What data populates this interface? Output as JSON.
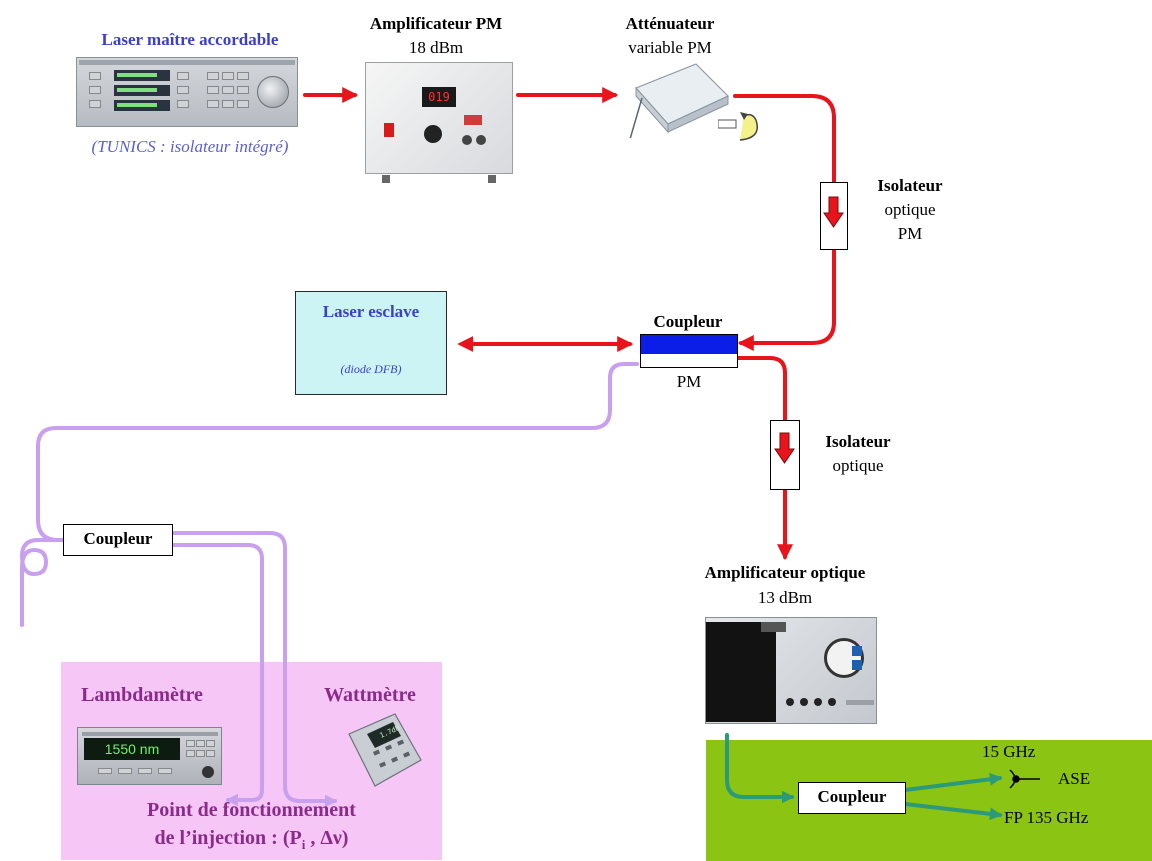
{
  "colors": {
    "red": "#e8141b",
    "violet": "#c8a0ee",
    "teal": "#2a9a7a",
    "green_panel": "#8cc413",
    "pink_panel": "#f6c7f6",
    "esclave_fill": "#ccf4f4",
    "coupler_blue": "#0a1ee8"
  },
  "master": {
    "title": "Laser maître accordable",
    "note": "(TUNICS : isolateur intégré)"
  },
  "pm_amp": {
    "title": "Amplificateur PM",
    "power": "18 dBm",
    "display": "019"
  },
  "attenuator": {
    "title": "Atténuateur",
    "subtitle": "variable PM"
  },
  "iso1": {
    "title": "Isolateur",
    "line2": "optique",
    "line3": "PM"
  },
  "slave": {
    "title": "Laser esclave",
    "sub": "(diode  DFB)"
  },
  "pm_coupler": {
    "title": "Coupleur",
    "label": "PM"
  },
  "iso2": {
    "title": "Isolateur",
    "line2": "optique"
  },
  "opt_amp": {
    "title": "Amplificateur optique",
    "power": "13 dBm"
  },
  "left_coupler": {
    "label": "Coupleur"
  },
  "measure": {
    "lambdametre": "Lambdamètre",
    "lambda_reading": "1550 nm",
    "wattmetre": "Wattmètre",
    "point_line1": "Point de fonctionnement",
    "point_line2_prefix": "de l’injection : (P",
    "point_sub": "i",
    "point_line2_suffix": " , Δν)"
  },
  "output": {
    "coupler": "Coupleur",
    "freq": "15 GHz",
    "ase": "ASE",
    "fp": "FP 135 GHz"
  }
}
